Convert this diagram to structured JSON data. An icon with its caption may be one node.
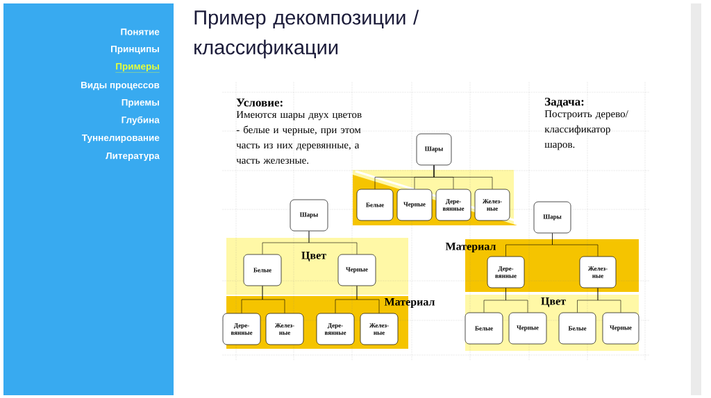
{
  "diagram": {
    "title": "Пример декомпозиции / классификации",
    "nodes": [
      {
        "text": [
          "Шары"
        ]
      },
      {
        "text": [
          "Белые"
        ]
      },
      {
        "text": [
          "Черные"
        ]
      },
      {
        "text": [
          "Дере- вянные"
        ]
      },
      {
        "text": [
          "Желез- ные"
        ]
      },
      {
        "text": [
          "Шары"
        ]
      },
      {
        "text": [
          "Белые"
        ]
      },
      {
        "text": [
          "Черные"
        ]
      },
      {
        "text": [
          "Дере- вянные"
        ]
      },
      {
        "text": [
          "Желез- ные"
        ]
      },
      {
        "text": [
          "Дере- вянные"
        ]
      },
      {
        "text": [
          "Желез- ные"
        ]
      },
      {
        "text": [
          "Шары"
        ]
      },
      {
        "text": [
          "Дере- вянные"
        ]
      },
      {
        "text": [
          "Желез- ные"
        ]
      },
      {
        "text": [
          "Белые"
        ]
      },
      {
        "text": [
          "Черные"
        ]
      },
      {
        "text": [
          "Белые"
        ]
      },
      {
        "text": [
          "Черные"
        ]
      }
    ],
    "edges": [
      {
        "from": 0,
        "to": 1,
        "arrow": "none"
      },
      {
        "from": 0,
        "to": 2,
        "arrow": "none"
      },
      {
        "from": 0,
        "to": 3,
        "arrow": "none"
      },
      {
        "from": 0,
        "to": 4,
        "arrow": "none"
      },
      {
        "from": 5,
        "to": 6,
        "arrow": "none"
      },
      {
        "from": 5,
        "to": 7,
        "arrow": "none"
      },
      {
        "from": 6,
        "to": 8,
        "arrow": "none"
      },
      {
        "from": 6,
        "to": 9,
        "arrow": "none"
      },
      {
        "from": 7,
        "to": 10,
        "arrow": "none"
      },
      {
        "from": 7,
        "to": 11,
        "arrow": "none"
      },
      {
        "from": 12,
        "to": 13,
        "arrow": "none"
      },
      {
        "from": 12,
        "to": 14,
        "arrow": "none"
      },
      {
        "from": 13,
        "to": 15,
        "arrow": "none"
      },
      {
        "from": 13,
        "to": 16,
        "arrow": "none"
      },
      {
        "from": 14,
        "to": 17,
        "arrow": "none"
      },
      {
        "from": 14,
        "to": 18,
        "arrow": "none"
      }
    ],
    "labels": [
      "Понятие",
      "Принципы",
      "Примеры",
      "Виды процессов",
      "Приемы",
      "Глубина",
      "Туннелирование",
      "Литература",
      "Условие:",
      "Имеются шары двух цветов - белые и черные, при этом часть из них деревянные, а часть железные.",
      "Задача:",
      "Построить дерево/ классификатор шаров.",
      "Цвет",
      "Материал",
      "Материал",
      "Цвет"
    ]
  }
}
